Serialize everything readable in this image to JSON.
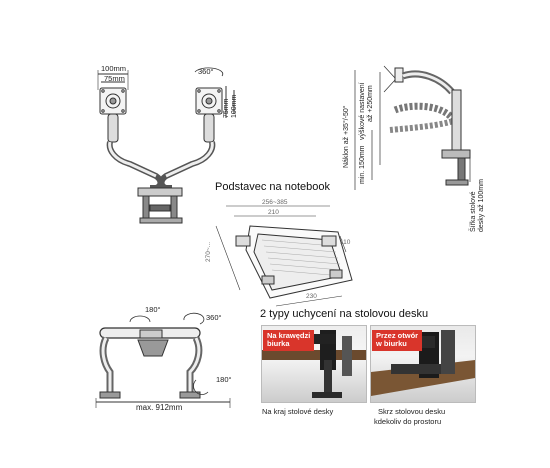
{
  "front_view": {
    "dim_100mm_top": "100mm",
    "dim_75mm_top": "75mm",
    "rotation": "360°",
    "dim_75mm_side": "75mm",
    "dim_100mm_side": "100mm"
  },
  "side_view": {
    "tilt": "Náklon až +35°/-50°",
    "height_adjust_1": "výškové nastavení",
    "height_adjust_2": "až +250mm",
    "min_height": "min. 150mm",
    "desk_width_1": "Šířka stolové",
    "desk_width_2": "desky až 100mm"
  },
  "notebook": {
    "title": "Podstavec na notebook",
    "dim_top_range": "256~385",
    "dim_top_inner": "210",
    "dim_right": "110",
    "dim_left": "270~...",
    "dim_bottom": "230"
  },
  "top_view": {
    "rotation_left": "180°",
    "rotation_right": "360°",
    "rotation_bottom": "180°",
    "max_width": "max. 912mm"
  },
  "mounts": {
    "title": "2 typy uchycení na stolovou desku",
    "badge_left_1": "Na krawędzi",
    "badge_left_2": "biurka",
    "badge_right_1": "Przez otwór",
    "badge_right_2": "w biurku",
    "caption_left": "Na kraj stolové desky",
    "caption_right_1": "Skrz stolovou desku",
    "caption_right_2": "kdekoliv do prostoru"
  }
}
